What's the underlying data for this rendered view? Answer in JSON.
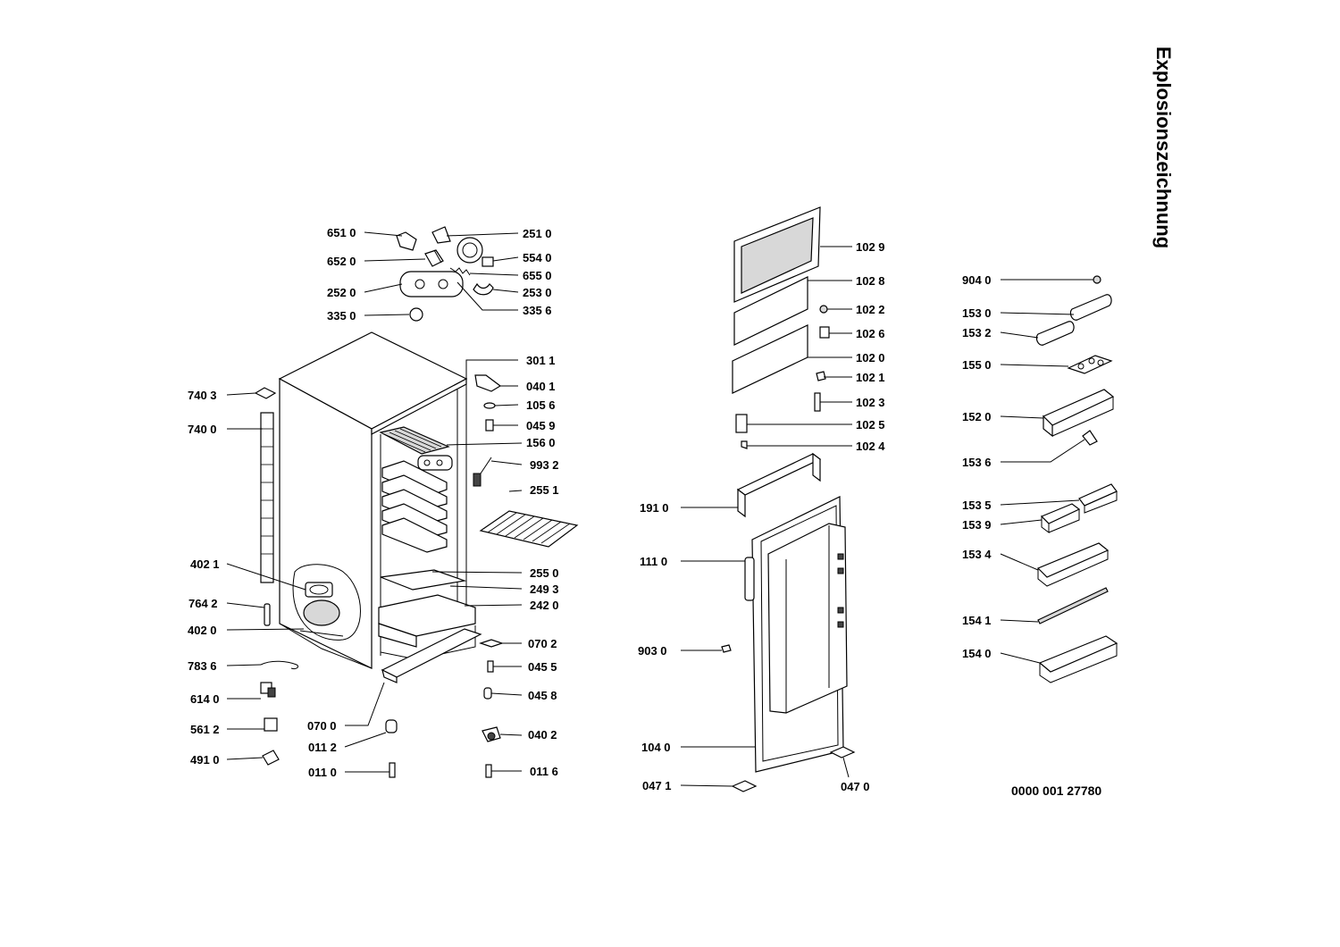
{
  "title": "Explosionszeichnung",
  "document_number": "0000 001 27780",
  "part_labels": {
    "p6510": "651 0",
    "p6520": "652 0",
    "p2520": "252 0",
    "p3350": "335 0",
    "p2510": "251 0",
    "p5540": "554 0",
    "p6550": "655 0",
    "p2530": "253 0",
    "p3356": "335 6",
    "p3011": "301  1",
    "p0401": "040 1",
    "p1056": "105 6",
    "p0459": "045 9",
    "p1560": "156 0",
    "p9932": "993 2",
    "p2551": "255 1",
    "p2550": "255 0",
    "p2493": "249 3",
    "p2420": "242 0",
    "p0702": "070 2",
    "p0455": "045 5",
    "p0458": "045 8",
    "p0402": "040 2",
    "p0116": "011 6",
    "p7403": "740 3",
    "p7400": "740 0",
    "p4021": "402 1",
    "p7642": "764 2",
    "p4020": "402 0",
    "p7836": "783 6",
    "p6140": "614 0",
    "p5612": "561 2",
    "p4910": "491 0",
    "p0700": "070 0",
    "p0112": "011 2",
    "p0110": "011 0",
    "p1029": "102 9",
    "p1028": "102 8",
    "p1022": "102 2",
    "p1026": "102 6",
    "p1020": "102 0",
    "p1021": "102 1",
    "p1023": "102 3",
    "p1025": "102 5",
    "p1024": "102 4",
    "p1910": "191 0",
    "p1110": "111 0",
    "p9030": "903 0",
    "p1040": "104 0",
    "p0471": "047 1",
    "p0470": "047 0",
    "p9040": "904 0",
    "p1530": "153 0",
    "p1532": "153 2",
    "p1550": "155 0",
    "p1520": "152 0",
    "p1536": "153 6",
    "p1535": "153 5",
    "p1539": "153 9",
    "p1534": "153 4",
    "p1541": "154 1",
    "p1540": "154 0"
  }
}
